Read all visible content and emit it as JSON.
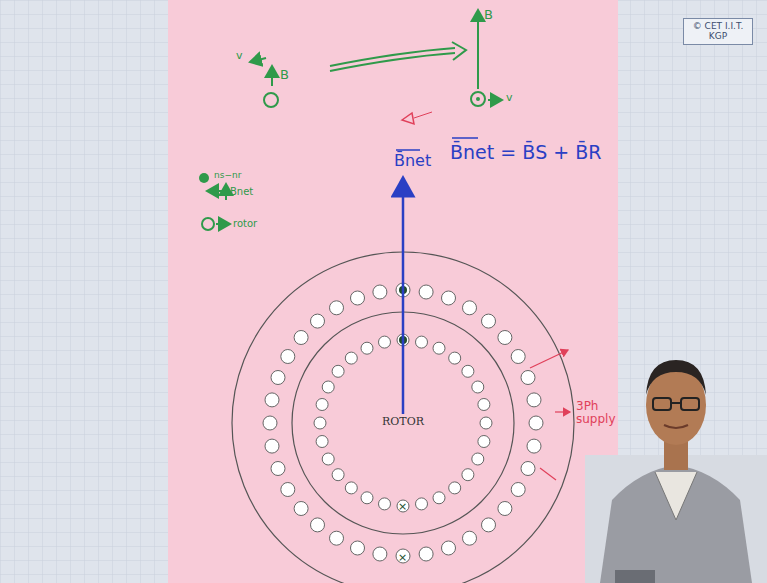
{
  "diagram": {
    "nodes": [
      {
        "text": [
          "© CET I.I.T. KGP"
        ]
      },
      {
        "text": [
          "ROTOR"
        ]
      }
    ],
    "labels": [
      "v",
      "B",
      "B",
      "v",
      "B̄net = B̄S + B̄R",
      "B̄net",
      "ns−nr",
      "Bnet",
      "rotor",
      "3Ph supply"
    ]
  }
}
